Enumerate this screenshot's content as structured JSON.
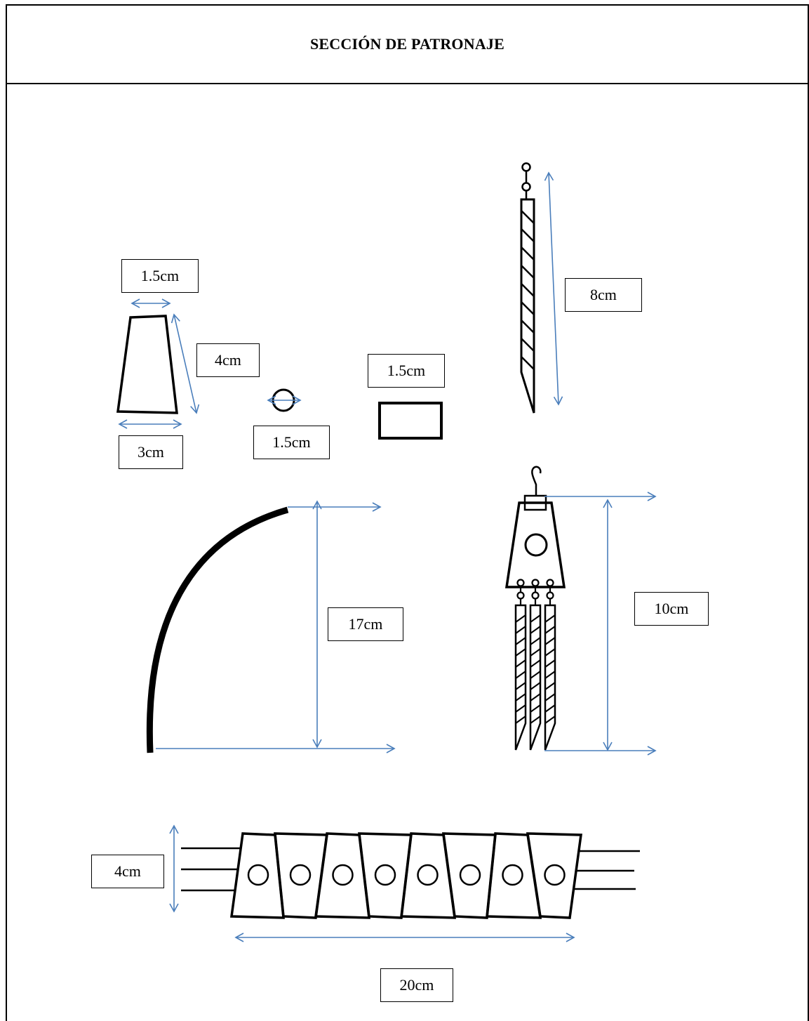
{
  "title": "SECCIÓN DE PATRONAJE",
  "colors": {
    "arrow": "#4a7ebb",
    "outline": "#000000"
  },
  "labels": {
    "trap_top_width": "1.5cm",
    "trap_height": "4cm",
    "trap_bottom_width": "3cm",
    "ring_diameter": "1.5cm",
    "rect_width": "1.5cm",
    "stick_length": "8cm",
    "arc_height": "17cm",
    "earring_length": "10cm",
    "belt_height": "4cm",
    "belt_length": "20cm"
  }
}
